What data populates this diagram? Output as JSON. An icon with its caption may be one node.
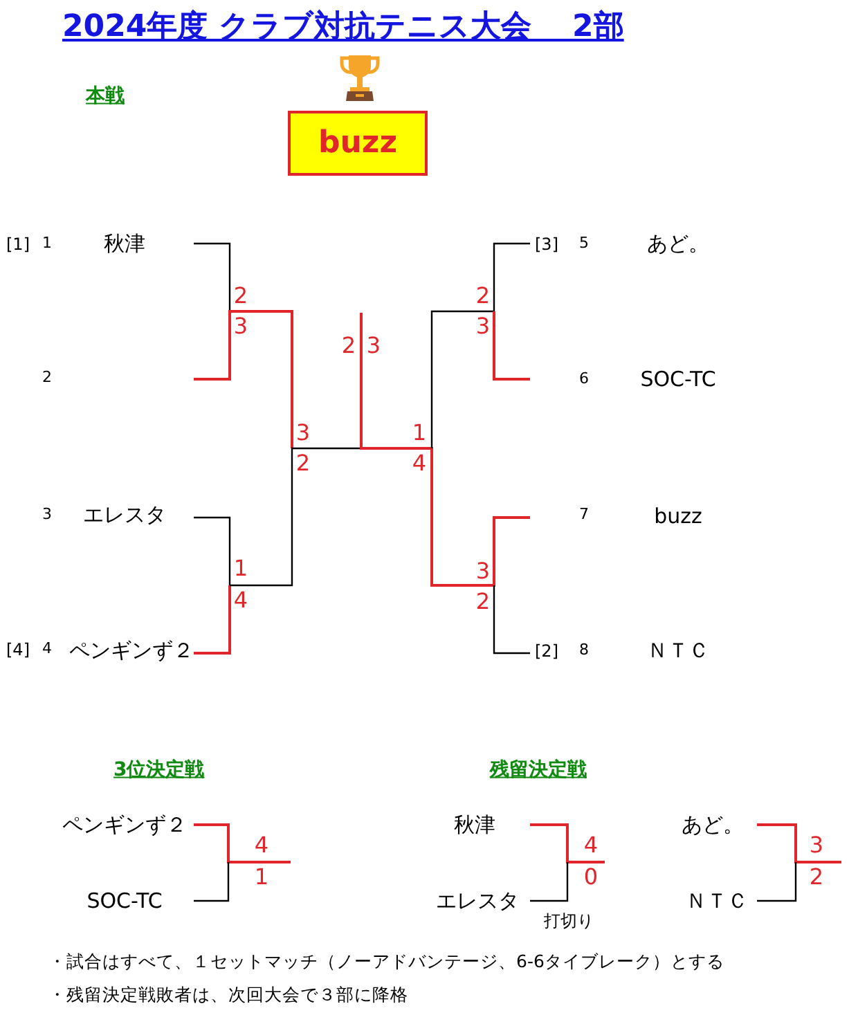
{
  "diagram": {
    "title": "2024年度 クラブ対抗テニス大会　 2部",
    "nodes": [
      {
        "text": [
          "buzz"
        ]
      }
    ],
    "labels": [
      "本戦",
      "[1]",
      "1",
      "秋津",
      "2",
      "3",
      "エレスタ",
      "[4]",
      "4",
      "ペンギンず２",
      "[3]",
      "5",
      "あど。",
      "6",
      "SOC-TC",
      "7",
      "buzz",
      "[2]",
      "8",
      "ＮＴＣ",
      "2",
      "3",
      "1",
      "4",
      "3",
      "2",
      "2",
      "3",
      "1",
      "4",
      "2",
      "3",
      "3",
      "2",
      "3位決定戦",
      "ペンギンず２",
      "4",
      "1",
      "SOC-TC",
      "残留決定戦",
      "秋津",
      "4",
      "0",
      "エレスタ",
      "打切り",
      "あど。",
      "3",
      "2",
      "ＮＴＣ",
      "・試合はすべて、１セットマッチ（ノーアドバンテージ、6-6タイブレーク）とする",
      "・残留決定戦敗者は、次回大会で３部に降格"
    ]
  }
}
